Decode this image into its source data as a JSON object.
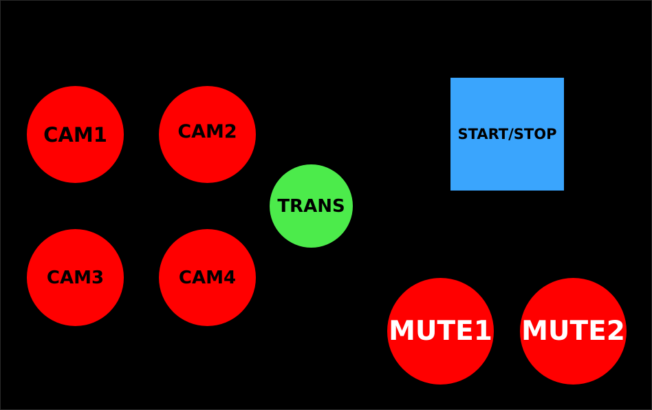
{
  "colors": {
    "background": "#000000",
    "camera": "#ff0000",
    "transition": "#4ceb4b",
    "record": "#3aa5fd",
    "mute": "#ff0000",
    "dark_label": "#000000",
    "light_label": "#ffffff"
  },
  "cameras": [
    {
      "label": "CAM1"
    },
    {
      "label": "CAM2"
    },
    {
      "label": "CAM3"
    },
    {
      "label": "CAM4"
    }
  ],
  "transition": {
    "label": "TRANS"
  },
  "record": {
    "label": "START/STOP"
  },
  "mutes": [
    {
      "label": "MUTE1"
    },
    {
      "label": "MUTE2"
    }
  ]
}
